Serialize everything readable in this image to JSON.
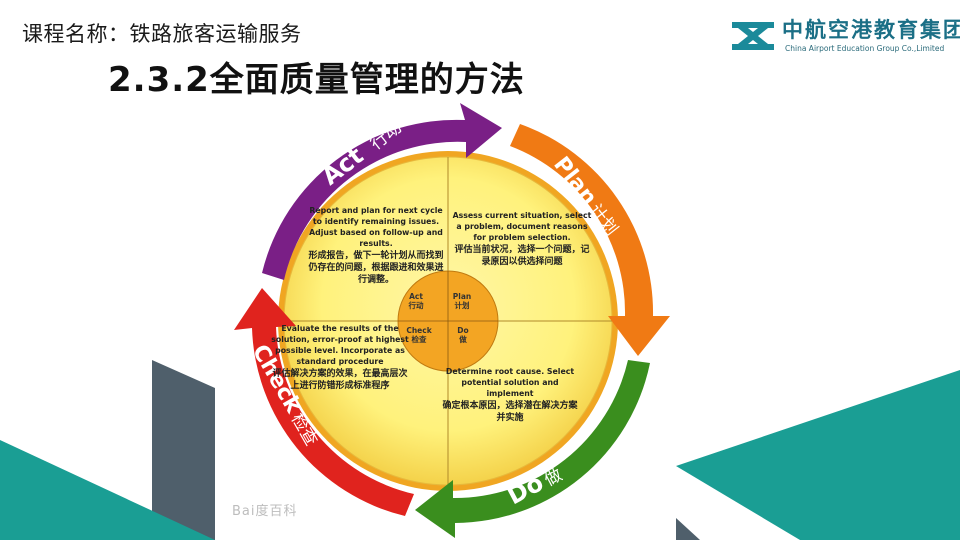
{
  "header": {
    "course_title": "课程名称：铁路旅客运输服务",
    "section_title": "2.3.2全面质量管理的方法"
  },
  "logo": {
    "name_cn": "中航空港教育集团",
    "name_en": "China Airport Education Group Co.,Limited",
    "brand_color": "#1b8a9a"
  },
  "pdca": {
    "arrows": {
      "act": {
        "en": "Act",
        "zh": "行动",
        "color": "#7a1f86"
      },
      "plan": {
        "en": "Plan",
        "zh": "计划",
        "color": "#f07a14"
      },
      "do": {
        "en": "Do",
        "zh": "做",
        "color": "#3a8e1e"
      },
      "check": {
        "en": "Check",
        "zh": "检查",
        "color": "#e0231e"
      }
    },
    "quadrants": {
      "act": {
        "en": "Report and plan for next cycle to identify remaining issues. Adjust based on follow-up and results.",
        "zh": "形成报告，做下一轮计划从而找到仍存在的问题，根据跟进和效果进行调整。"
      },
      "plan": {
        "en": "Assess current situation, select a problem, document reasons for problem selection.",
        "zh": "评估当前状况，选择一个问题，记录原因以供选择问题"
      },
      "check": {
        "en": "Evaluate the results of the solution, error-proof at highest possible level. Incorporate as standard procedure",
        "zh": "评估解决方案的效果，在最高层次上进行防错形成标准程序"
      },
      "do": {
        "en": "Determine root cause. Select potential solution and implement",
        "zh": "确定根本原因，选择潜在解决方案并实施"
      }
    },
    "inner": {
      "act": {
        "en": "Act",
        "zh": "行动"
      },
      "plan": {
        "en": "Plan",
        "zh": "计划"
      },
      "check": {
        "en": "Check",
        "zh": "检查"
      },
      "do": {
        "en": "Do",
        "zh": "做"
      }
    }
  },
  "watermark": "Bai度百科"
}
